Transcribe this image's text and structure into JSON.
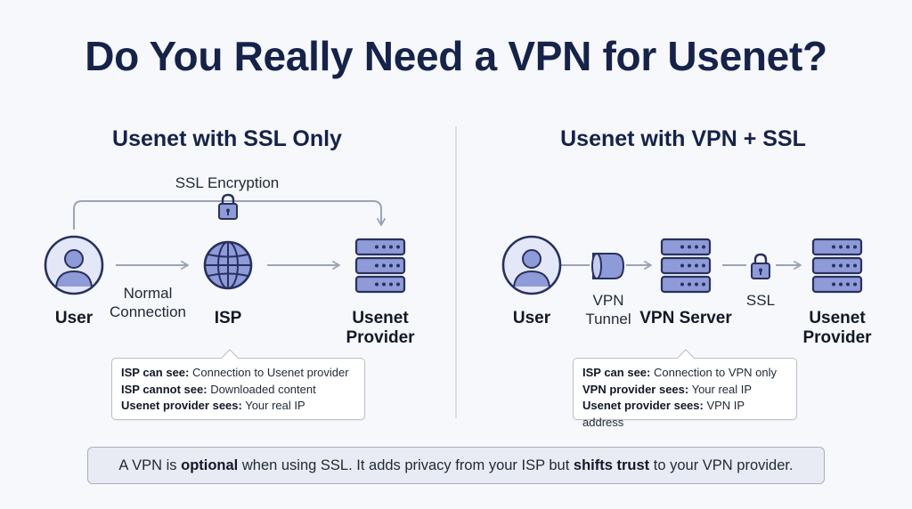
{
  "title": "Do You Really Need a VPN for Usenet?",
  "left": {
    "heading": "Usenet with SSL Only",
    "encryption_label": "SSL Encryption",
    "user_label": "User",
    "connection_label_1": "Normal",
    "connection_label_2": "Connection",
    "isp_label": "ISP",
    "provider_label_1": "Usenet",
    "provider_label_2": "Provider",
    "info": [
      {
        "key": "ISP can see:",
        "value": " Connection to Usenet provider"
      },
      {
        "key": "ISP cannot see:",
        "value": " Downloaded content"
      },
      {
        "key": "Usenet provider sees:",
        "value": " Your real IP"
      }
    ]
  },
  "right": {
    "heading": "Usenet with VPN + SSL",
    "user_label": "User",
    "tunnel_label_1": "VPN",
    "tunnel_label_2": "Tunnel",
    "vpn_server_label": "VPN Server",
    "ssl_label": "SSL",
    "provider_label_1": "Usenet",
    "provider_label_2": "Provider",
    "info": [
      {
        "key": "ISP can see:",
        "value": " Connection to VPN only"
      },
      {
        "key": "VPN provider sees:",
        "value": " Your real IP"
      },
      {
        "key": "Usenet provider sees:",
        "value": " VPN IP address"
      }
    ]
  },
  "footer": {
    "part1": "A VPN is ",
    "bold1": "optional",
    "part2": " when using SSL. It adds privacy from your ISP but ",
    "bold2": "shifts trust",
    "part3": " to your VPN provider."
  },
  "colors": {
    "navy": "#15234b",
    "icon_fill": "#8f9ad8",
    "icon_stroke": "#27315f",
    "arrow": "#9aa3b6",
    "icon_bg": "#e3e7f7"
  }
}
